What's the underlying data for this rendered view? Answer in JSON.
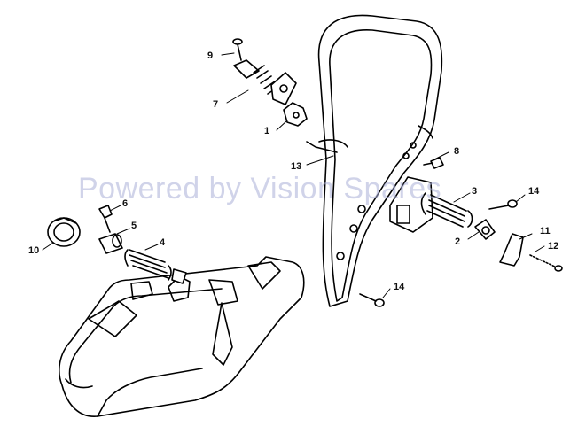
{
  "watermark": "Powered by Vision Spares",
  "callouts": {
    "c1": "1",
    "c2": "2",
    "c3": "3",
    "c4": "4",
    "c5": "5",
    "c6": "6",
    "c7": "7",
    "c8": "8",
    "c9": "9",
    "c10": "10",
    "c11": "11",
    "c12": "12",
    "c13": "13",
    "c14a": "14",
    "c14b": "14"
  }
}
